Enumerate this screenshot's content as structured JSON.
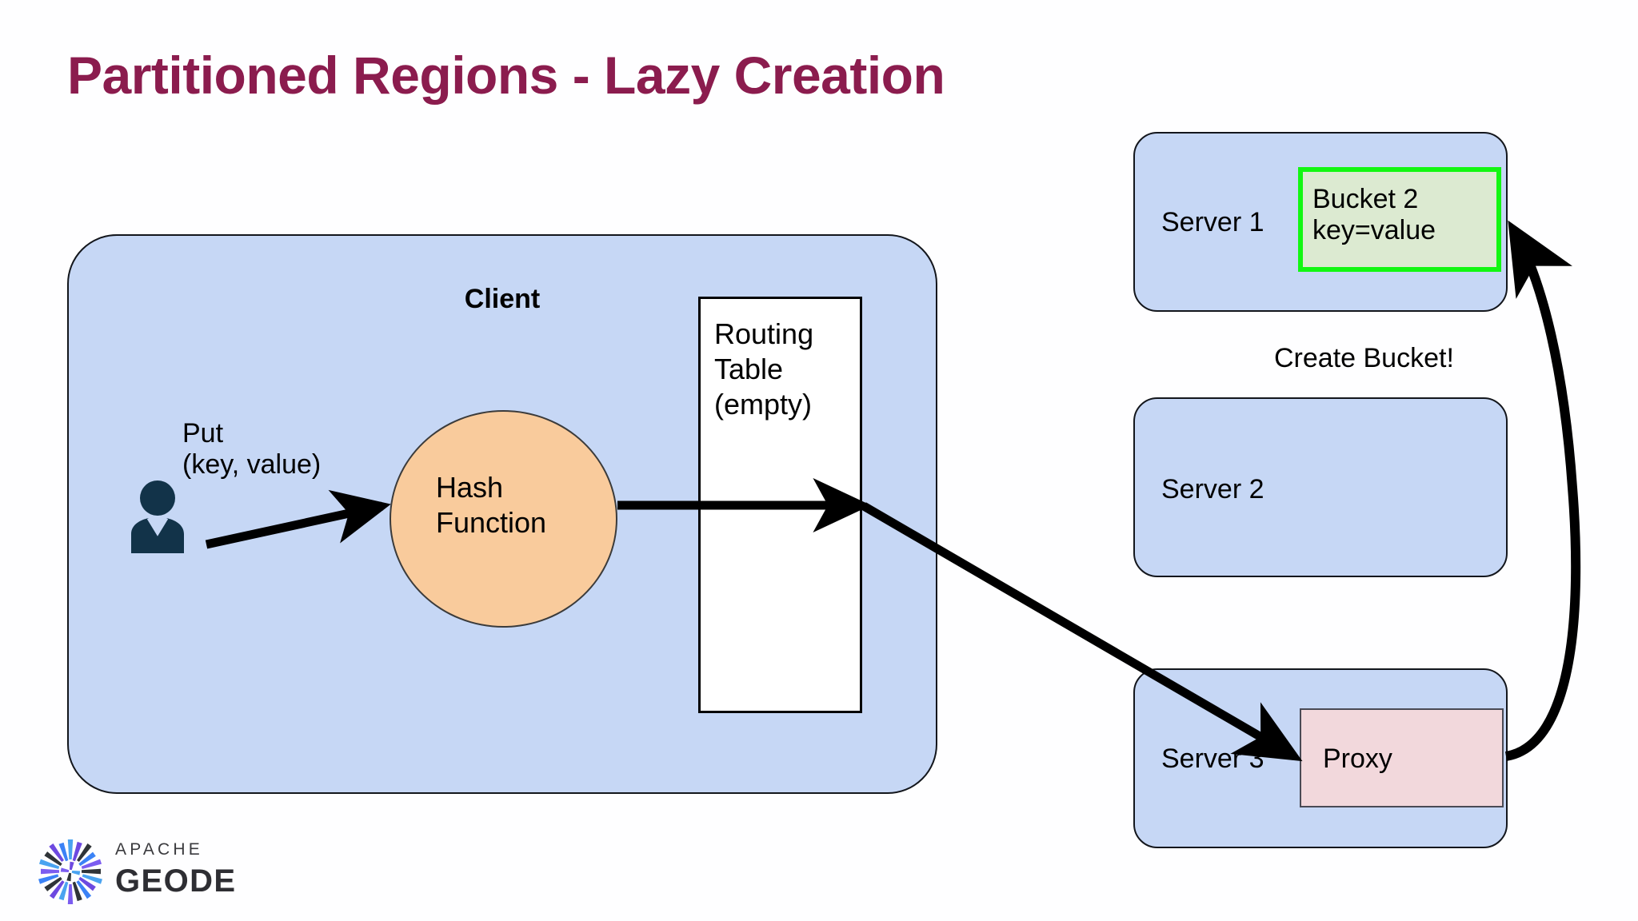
{
  "slide": {
    "title": "Partitioned Regions - Lazy Creation",
    "title_color": "#8b1c4e",
    "background": "#ffffff"
  },
  "client": {
    "label": "Client",
    "fill": "#c6d7f5",
    "stroke": "#13161c",
    "put_label": "Put\n(key, value)",
    "actor_icon": "person-icon",
    "hash": {
      "label": "Hash\nFunction",
      "fill": "#f9cb9c"
    },
    "routing_table": {
      "label": "Routing\nTable\n(empty)",
      "fill": "#ffffff",
      "stroke": "#000000"
    }
  },
  "servers": [
    {
      "name": "Server 1",
      "fill": "#c6d7f5",
      "inner": {
        "label": "Bucket 2\nkey=value",
        "fill": "#dcead1",
        "stroke": "#12f712"
      }
    },
    {
      "name": "Server 2",
      "fill": "#c6d7f5",
      "inner": null
    },
    {
      "name": "Server 3",
      "fill": "#c6d7f5",
      "inner": {
        "label": "Proxy",
        "fill": "#f2d8dc",
        "stroke": "#4a4a55"
      }
    }
  ],
  "annotations": {
    "create_bucket": "Create Bucket!"
  },
  "arrows": [
    {
      "name": "put-to-hash",
      "from": "person-icon",
      "to": "hash-ellipse"
    },
    {
      "name": "hash-to-routing-table",
      "from": "hash-ellipse",
      "to": "routing-table"
    },
    {
      "name": "routing-table-to-proxy",
      "from": "routing-table",
      "to": "proxy-box"
    },
    {
      "name": "proxy-to-bucket",
      "from": "proxy-box",
      "to": "bucket-box"
    }
  ],
  "logo": {
    "apache": "APACHE",
    "geode": "GEODE",
    "mark_colors": [
      "#3b82f6",
      "#6d49e0",
      "#2f3438",
      "#4aa3f0",
      "#7b5cf0"
    ]
  }
}
